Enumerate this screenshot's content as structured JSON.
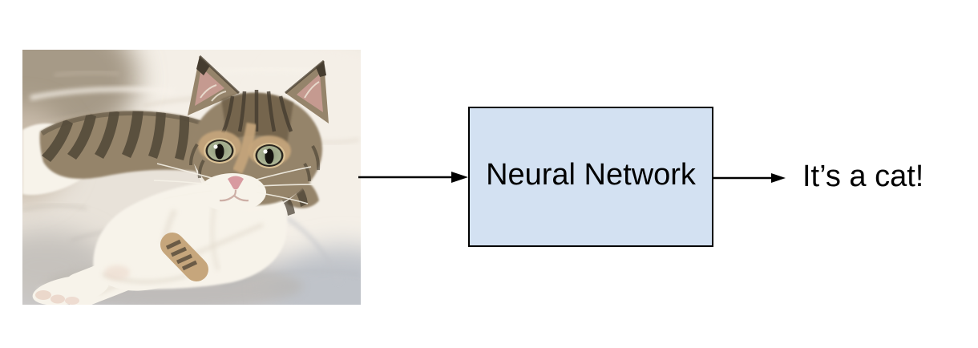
{
  "colors": {
    "page-bg": "#ffffff",
    "ink": "#000000",
    "arrow": "#000000",
    "box-fill": "#d3e1f2",
    "box-border": "#000000",
    "sheet-mid": "#e8e2d9",
    "sheet-light": "#f4efe7",
    "sheet-shadow": "#a69a87",
    "sheet-cool": "#c9c9cc",
    "fur-base": "#95846b",
    "fur-dark": "#453c2f",
    "fur-tan": "#c6a67c",
    "fur-white": "#f7f3ea",
    "ear-pink": "#c59a90",
    "nose-pink": "#d89aa0",
    "eye-green": "#a8b191"
  },
  "diagram": {
    "input": {
      "type": "image",
      "description": "Photo of a brown tabby and white kitten lying on a rumpled white bed sheet, facing the camera"
    },
    "box": {
      "label": "Neural Network"
    },
    "output": {
      "text": "It’s a cat!"
    }
  }
}
